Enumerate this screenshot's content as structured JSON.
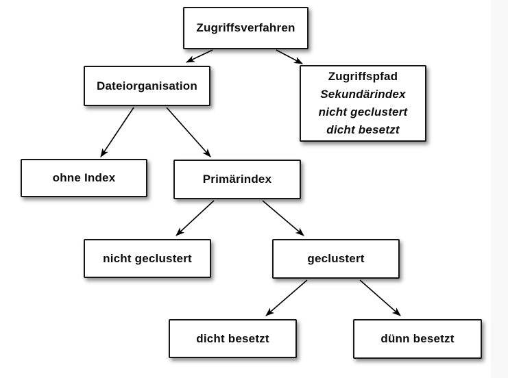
{
  "diagram": {
    "nodes": [
      {
        "id": "zugriffsverfahren",
        "label": "Zugriffsverfahren"
      },
      {
        "id": "dateiorganisation",
        "label": "Dateiorganisation"
      },
      {
        "id": "zugriffspfad",
        "label": "Zugriffspfad",
        "sublines": [
          "Sekundärindex",
          "nicht geclustert",
          "dicht besetzt"
        ]
      },
      {
        "id": "ohne-index",
        "label": "ohne Index"
      },
      {
        "id": "primaerindex",
        "label": "Primärindex"
      },
      {
        "id": "nicht-geclustert",
        "label": "nicht geclustert"
      },
      {
        "id": "geclustert",
        "label": "geclustert"
      },
      {
        "id": "dicht-besetzt",
        "label": "dicht besetzt"
      },
      {
        "id": "duenn-besetzt",
        "label": "dünn besetzt"
      }
    ],
    "edges": [
      {
        "from": "Zugriffsverfahren",
        "to": "Dateiorganisation"
      },
      {
        "from": "Zugriffsverfahren",
        "to": "Zugriffspfad"
      },
      {
        "from": "Dateiorganisation",
        "to": "ohne Index"
      },
      {
        "from": "Dateiorganisation",
        "to": "Primärindex"
      },
      {
        "from": "Primärindex",
        "to": "nicht geclustert"
      },
      {
        "from": "Primärindex",
        "to": "geclustert"
      },
      {
        "from": "geclustert",
        "to": "dicht besetzt"
      },
      {
        "from": "geclustert",
        "to": "dünn besetzt"
      }
    ],
    "colors": {
      "background": "#ffffff",
      "box_fill": "#ffffff",
      "box_border": "#151515",
      "line": "#000000",
      "right_edge_strip": "#f8f8f8"
    }
  }
}
